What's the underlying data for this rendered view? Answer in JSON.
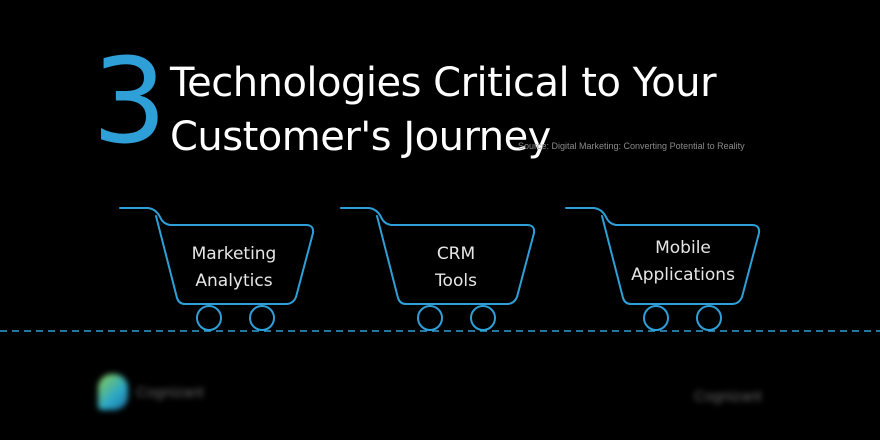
{
  "header": {
    "number": "3",
    "title_line1": "Technologies Critical to Your",
    "title_line2": "Customer's Journey",
    "source": "Source: Digital Marketing: Converting Potential to Reality"
  },
  "carts": [
    {
      "line1": "Marketing",
      "line2": "Analytics"
    },
    {
      "line1": "CRM",
      "line2": "Tools"
    },
    {
      "line1": "Mobile",
      "line2": "Applications"
    }
  ],
  "footer": {
    "left_logo_text": "Cognizant",
    "right_text": "Cognizant"
  },
  "colors": {
    "accent": "#2f9fd8",
    "background": "#000000"
  }
}
